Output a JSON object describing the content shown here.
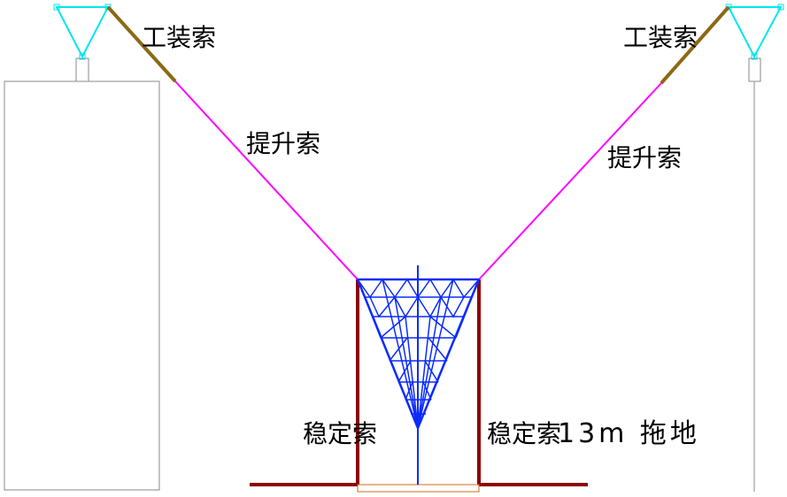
{
  "labels": {
    "rigging_cable_left": "工装索",
    "rigging_cable_right": "工装索",
    "hoist_cable_left": "提升索",
    "hoist_cable_right": "提升索",
    "stabilizer_cable_left": "稳定索",
    "stabilizer_cable_right": "稳定索",
    "drag_note": "13m 拖地"
  },
  "colors": {
    "background": "#ffffff",
    "outline": "#8a8a8a",
    "tower_frame": "#00e5ee",
    "rigging_cable": "#8b6914",
    "hoist_cable": "#ff00ff",
    "structure": "#0a2bff",
    "stabilizer_cable": "#8b0000",
    "base_plate": "#d2691e"
  }
}
